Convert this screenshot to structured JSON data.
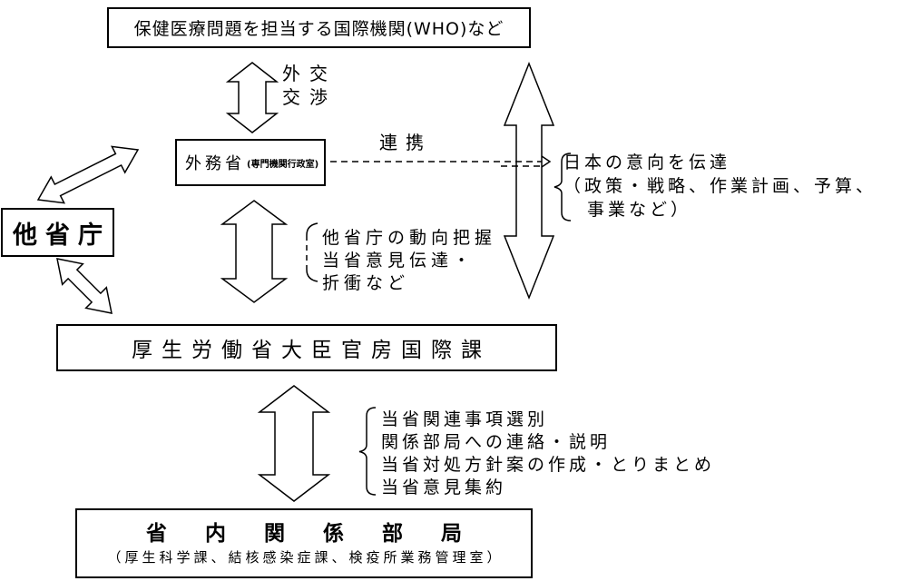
{
  "diagram": {
    "boxes": {
      "who": "保健医療問題を担当する国際機関(WHO)など",
      "mofa": "外務省",
      "mofa_sub": "(専門機関行政室)",
      "other_ministries": "他省庁",
      "mhlw": "厚生労働省大臣官房国際課",
      "internal": "省内関係部局",
      "internal_sub": "（厚生科学課、結核感染症課、検疫所業務管理室）"
    },
    "labels": {
      "diplomacy": [
        "外交",
        "交渉"
      ],
      "cooperation": "連携",
      "convey_intent": [
        "日本の意向を伝達",
        "（政策・戦略、作業計画、予算、",
        "事業など）"
      ],
      "inter_ministry_tasks": [
        "他省庁の動向把握",
        "当省意見伝達・",
        "折衝など"
      ],
      "internal_tasks": [
        "当省関連事項選別",
        "関係部局への連絡・説明",
        "当省対処方針案の作成・とりまとめ",
        "当省意見集約"
      ]
    },
    "colors": {
      "line": "#000000",
      "background": "#ffffff"
    }
  }
}
